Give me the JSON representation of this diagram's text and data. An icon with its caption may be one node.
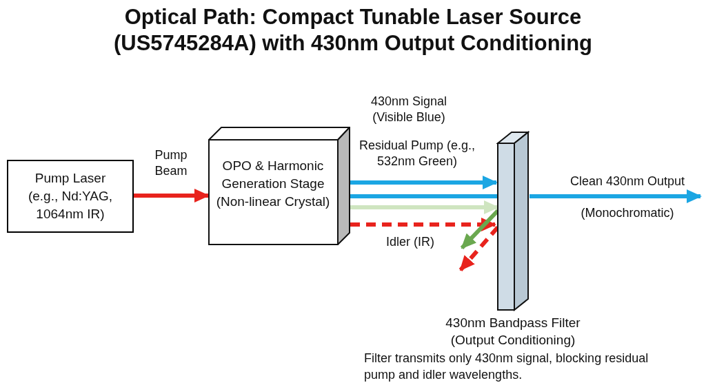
{
  "diagram": {
    "title": "Optical Path: Compact Tunable Laser Source (US5745284A) with 430nm Output Conditioning",
    "nodes": [
      {
        "text": [
          "Pump Laser (e.g., Nd:YAG, 1064nm IR)"
        ]
      },
      {
        "text": [
          "OPO & Harmonic Generation Stage (Non-linear Crystal)"
        ]
      },
      {
        "text": [
          "430nm Bandpass Filter (Output Conditioning)"
        ]
      }
    ],
    "edges": [
      {
        "from": 0,
        "to": 1,
        "arrow": "to",
        "label": "Pump Beam",
        "color": "#e8231d"
      },
      {
        "from": 1,
        "to": 2,
        "arrow": "to",
        "label": "430nm Signal (Visible Blue)",
        "color": "#1ba6e3"
      },
      {
        "from": 1,
        "to": 2,
        "arrow": "none",
        "color": "#1ba6e3"
      },
      {
        "from": 1,
        "to": 2,
        "arrow": "to",
        "label": "Residual Pump (e.g., 532nm Green)",
        "color": "#cfe5c0"
      },
      {
        "from": 1,
        "to": 2,
        "arrow": "to",
        "label": "Idler (IR)",
        "style": "dashed",
        "color": "#e8231d"
      },
      {
        "from": 2,
        "to": null,
        "arrow": "to",
        "color": "#6aa84f"
      },
      {
        "from": 2,
        "to": null,
        "arrow": "to",
        "style": "dashed",
        "color": "#e8231d"
      },
      {
        "from": 2,
        "to": null,
        "arrow": "to",
        "label": "Clean 430nm Output",
        "color": "#1ba6e3"
      }
    ],
    "labels": [
      "(Monochromatic)",
      "Filter transmits only 430nm signal, blocking residual pump and idler wavelengths."
    ]
  }
}
